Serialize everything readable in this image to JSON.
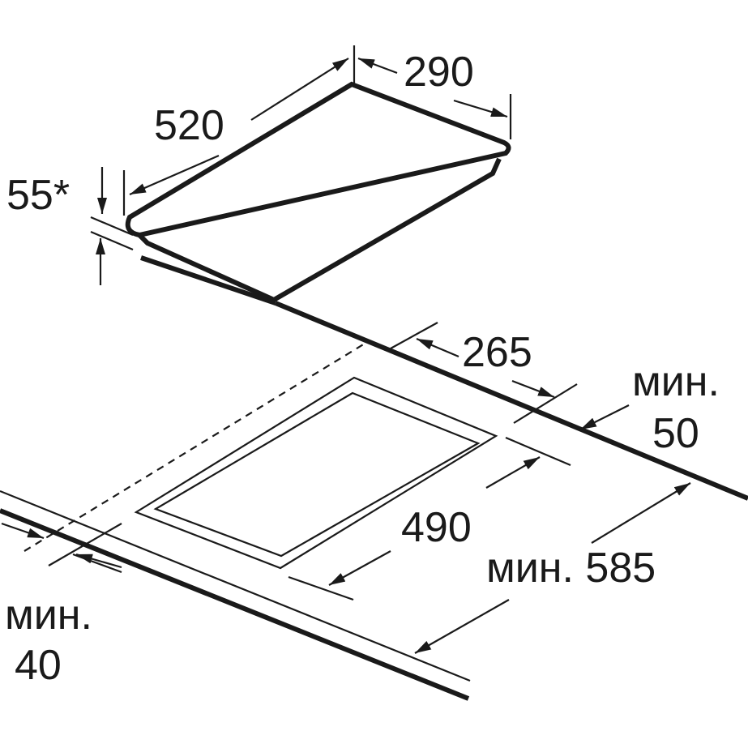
{
  "labels": {
    "hob_depth": "520",
    "hob_width": "290",
    "hob_height": "55*",
    "cutout_width": "265",
    "cutout_depth": "490",
    "rear_gap_prefix": "мин.",
    "rear_gap_value": "50",
    "worktop_depth": "мин. 585",
    "front_gap_prefix": "мин.",
    "front_gap_value": "40"
  },
  "colors": {
    "ink": "#1a1a1a",
    "background": "#ffffff"
  }
}
